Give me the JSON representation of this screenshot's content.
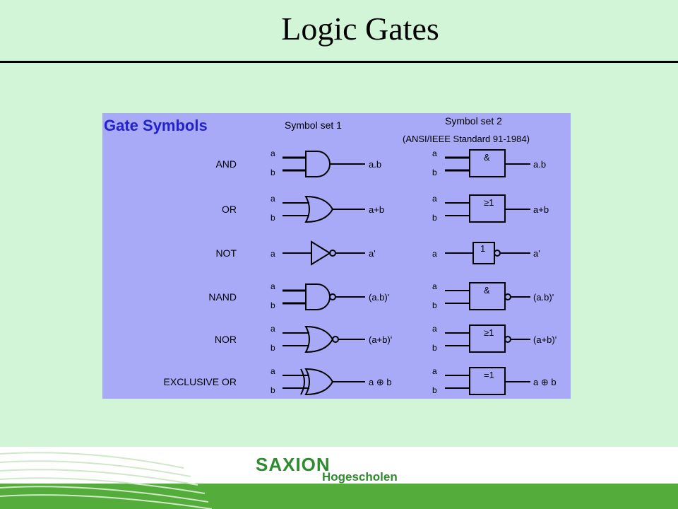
{
  "slide": {
    "title": "Logic Gates"
  },
  "panel": {
    "heading": "Gate Symbols",
    "set1_label": "Symbol set 1",
    "set2_label": "Symbol set 2",
    "set2_sub": "(ANSI/IEEE Standard 91-1984)",
    "colors": {
      "background": "#a9aaf7",
      "heading": "#2222cc"
    },
    "gates": [
      {
        "name": "AND",
        "inputs": [
          "a",
          "b"
        ],
        "out1": "a.b",
        "out2": "a.b",
        "box": "&"
      },
      {
        "name": "OR",
        "inputs": [
          "a",
          "b"
        ],
        "out1": "a+b",
        "out2": "a+b",
        "box": "≥1"
      },
      {
        "name": "NOT",
        "inputs": [
          "a"
        ],
        "out1": "a'",
        "out2": "a'",
        "box": "1"
      },
      {
        "name": "NAND",
        "inputs": [
          "a",
          "b"
        ],
        "out1": "(a.b)'",
        "out2": "(a.b)'",
        "box": "&"
      },
      {
        "name": "NOR",
        "inputs": [
          "a",
          "b"
        ],
        "out1": "(a+b)'",
        "out2": "(a+b)'",
        "box": "≥1"
      },
      {
        "name": "EXCLUSIVE OR",
        "inputs": [
          "a",
          "b"
        ],
        "out1": "a ⊕ b",
        "out2": "a ⊕ b",
        "box": "=1"
      }
    ]
  },
  "footer": {
    "logo_word": "SAXION",
    "logo_sub": "Hogescholen",
    "colors": {
      "bar": "#54ad3a",
      "logo": "#2e8b2e"
    }
  }
}
